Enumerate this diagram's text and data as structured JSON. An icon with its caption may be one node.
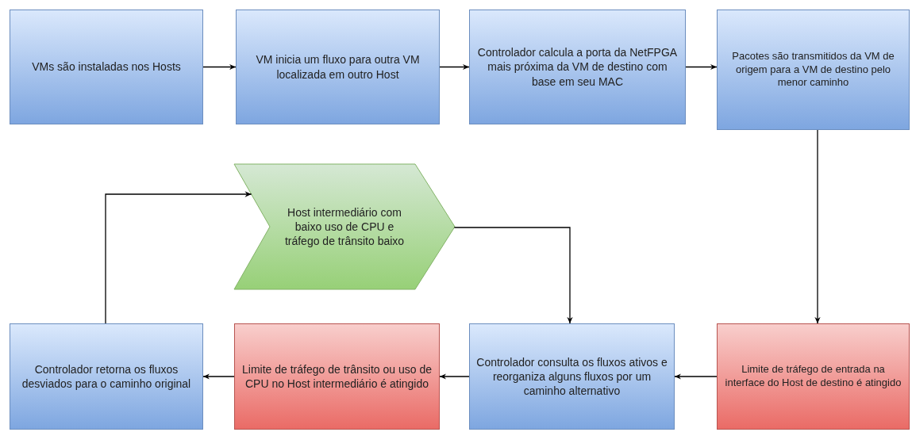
{
  "diagram": {
    "nodes": [
      {
        "text": [
          "VMs são instaladas nos Hosts"
        ]
      },
      {
        "text": [
          "VM inicia um fluxo para outra VM localizada em outro Host"
        ]
      },
      {
        "text": [
          "Controlador calcula a porta da NetFPGA mais próxima da VM de destino com base em seu MAC"
        ]
      },
      {
        "text": [
          "Pacotes são transmitidos da VM de origem para a VM de destino pelo menor caminho"
        ]
      },
      {
        "text": [
          "Host intermediário com baixo uso de CPU e tráfego de trânsito baixo"
        ]
      },
      {
        "text": [
          "Controlador retorna os fluxos desviados para o caminho original"
        ]
      },
      {
        "text": [
          "Limite de tráfego de trânsito ou uso de CPU no Host intermediário é atingido"
        ]
      },
      {
        "text": [
          "Controlador consulta os fluxos ativos e reorganiza alguns fluxos por um caminho alternativo"
        ]
      },
      {
        "text": [
          "Limite de tráfego de entrada na interface do Host de destino é atingido"
        ]
      }
    ],
    "edges": [
      {
        "from": 0,
        "to": 1,
        "arrow": "to"
      },
      {
        "from": 1,
        "to": 2,
        "arrow": "to"
      },
      {
        "from": 2,
        "to": 3,
        "arrow": "to"
      },
      {
        "from": 3,
        "to": 8,
        "arrow": "to"
      },
      {
        "from": 8,
        "to": 7,
        "arrow": "to"
      },
      {
        "from": 7,
        "to": 6,
        "arrow": "to"
      },
      {
        "from": 6,
        "to": 5,
        "arrow": "to"
      },
      {
        "from": 5,
        "to": 4,
        "arrow": "to"
      },
      {
        "from": 4,
        "to": 7,
        "arrow": "to"
      }
    ]
  }
}
